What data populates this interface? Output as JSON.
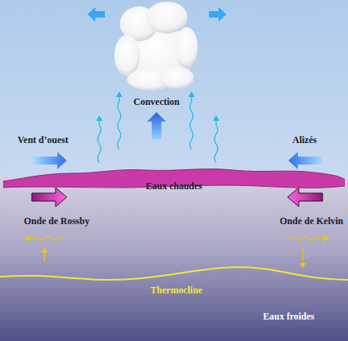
{
  "diagram": {
    "nodes": [
      {
        "text": [
          "Eaux chaudes"
        ]
      }
    ],
    "labels": [
      "Convection",
      "Vent d’ouest",
      "Alizés",
      "Onde de Rossby",
      "Onde de Kelvin",
      "Thermocline",
      "Eaux froides"
    ]
  }
}
